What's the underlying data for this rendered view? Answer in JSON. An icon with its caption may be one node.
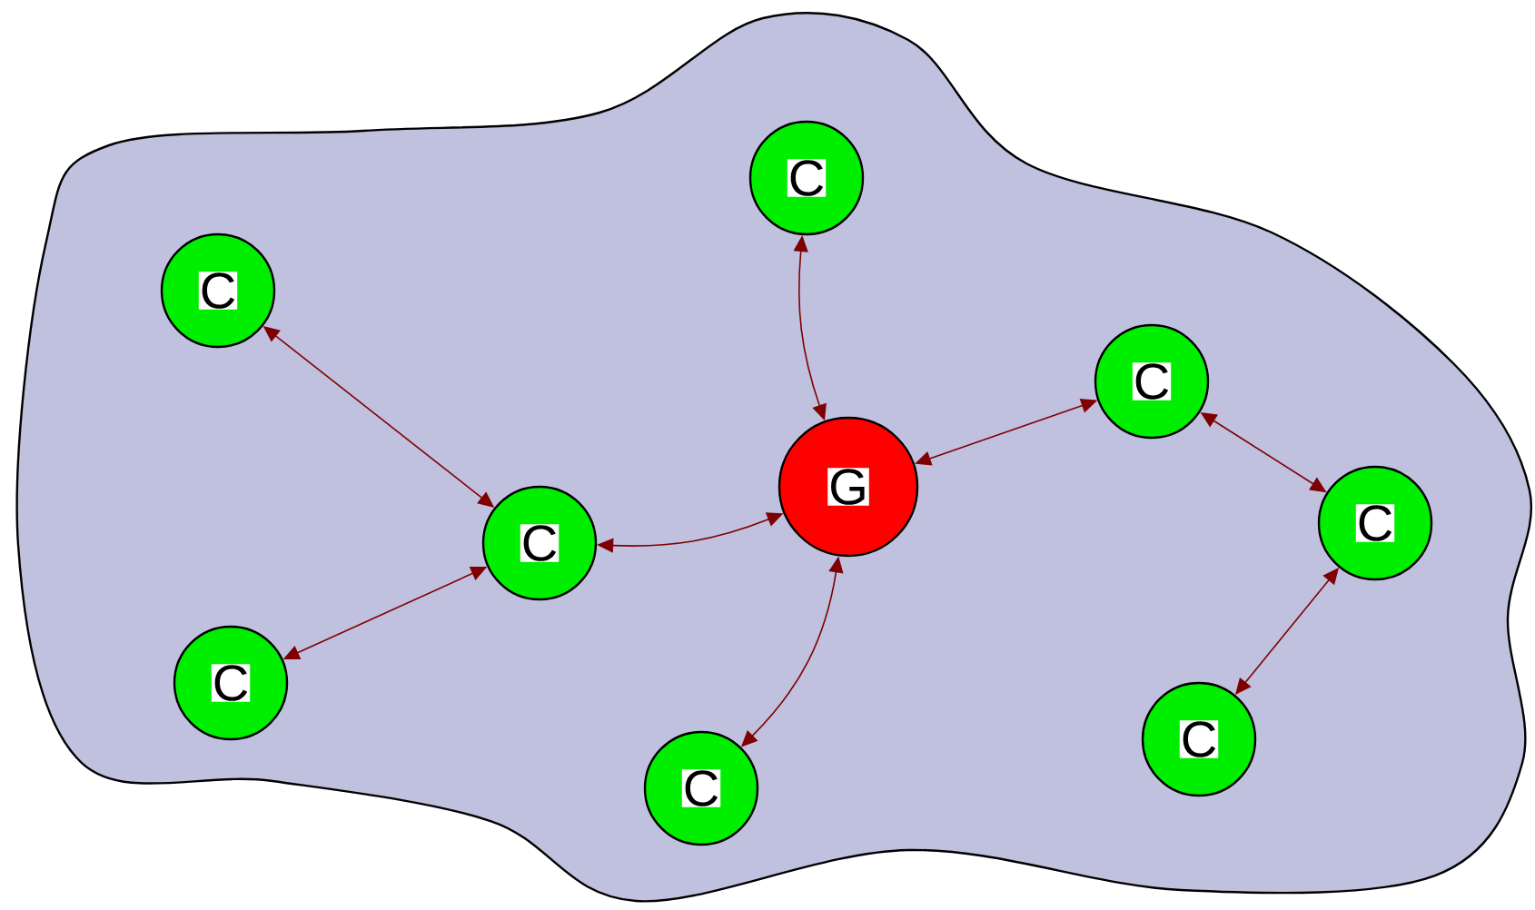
{
  "diagram": {
    "nodes": [
      {
        "text": [],
        "shape": "cloud"
      },
      {
        "text": [
          "C"
        ],
        "in": 0
      },
      {
        "text": [
          "C"
        ],
        "in": 0
      },
      {
        "text": [
          "C"
        ],
        "in": 0
      },
      {
        "text": [
          "G"
        ],
        "in": 0
      },
      {
        "text": [
          "C"
        ],
        "in": 0
      },
      {
        "text": [
          "C"
        ],
        "in": 0
      },
      {
        "text": [
          "C"
        ],
        "in": 0
      },
      {
        "text": [
          "C"
        ],
        "in": 0
      },
      {
        "text": [
          "C"
        ],
        "in": 0
      }
    ],
    "edges": [
      {
        "from": 1,
        "to": 4,
        "arrow": "both"
      },
      {
        "from": 2,
        "to": 6,
        "arrow": "both"
      },
      {
        "from": 3,
        "to": 4,
        "arrow": "both"
      },
      {
        "from": 3,
        "to": 5,
        "arrow": "both"
      },
      {
        "from": 4,
        "to": 6,
        "arrow": "both"
      },
      {
        "from": 6,
        "to": 7,
        "arrow": "both"
      },
      {
        "from": 4,
        "to": 9,
        "arrow": "both"
      },
      {
        "from": 5,
        "to": 8,
        "arrow": "both"
      }
    ]
  }
}
